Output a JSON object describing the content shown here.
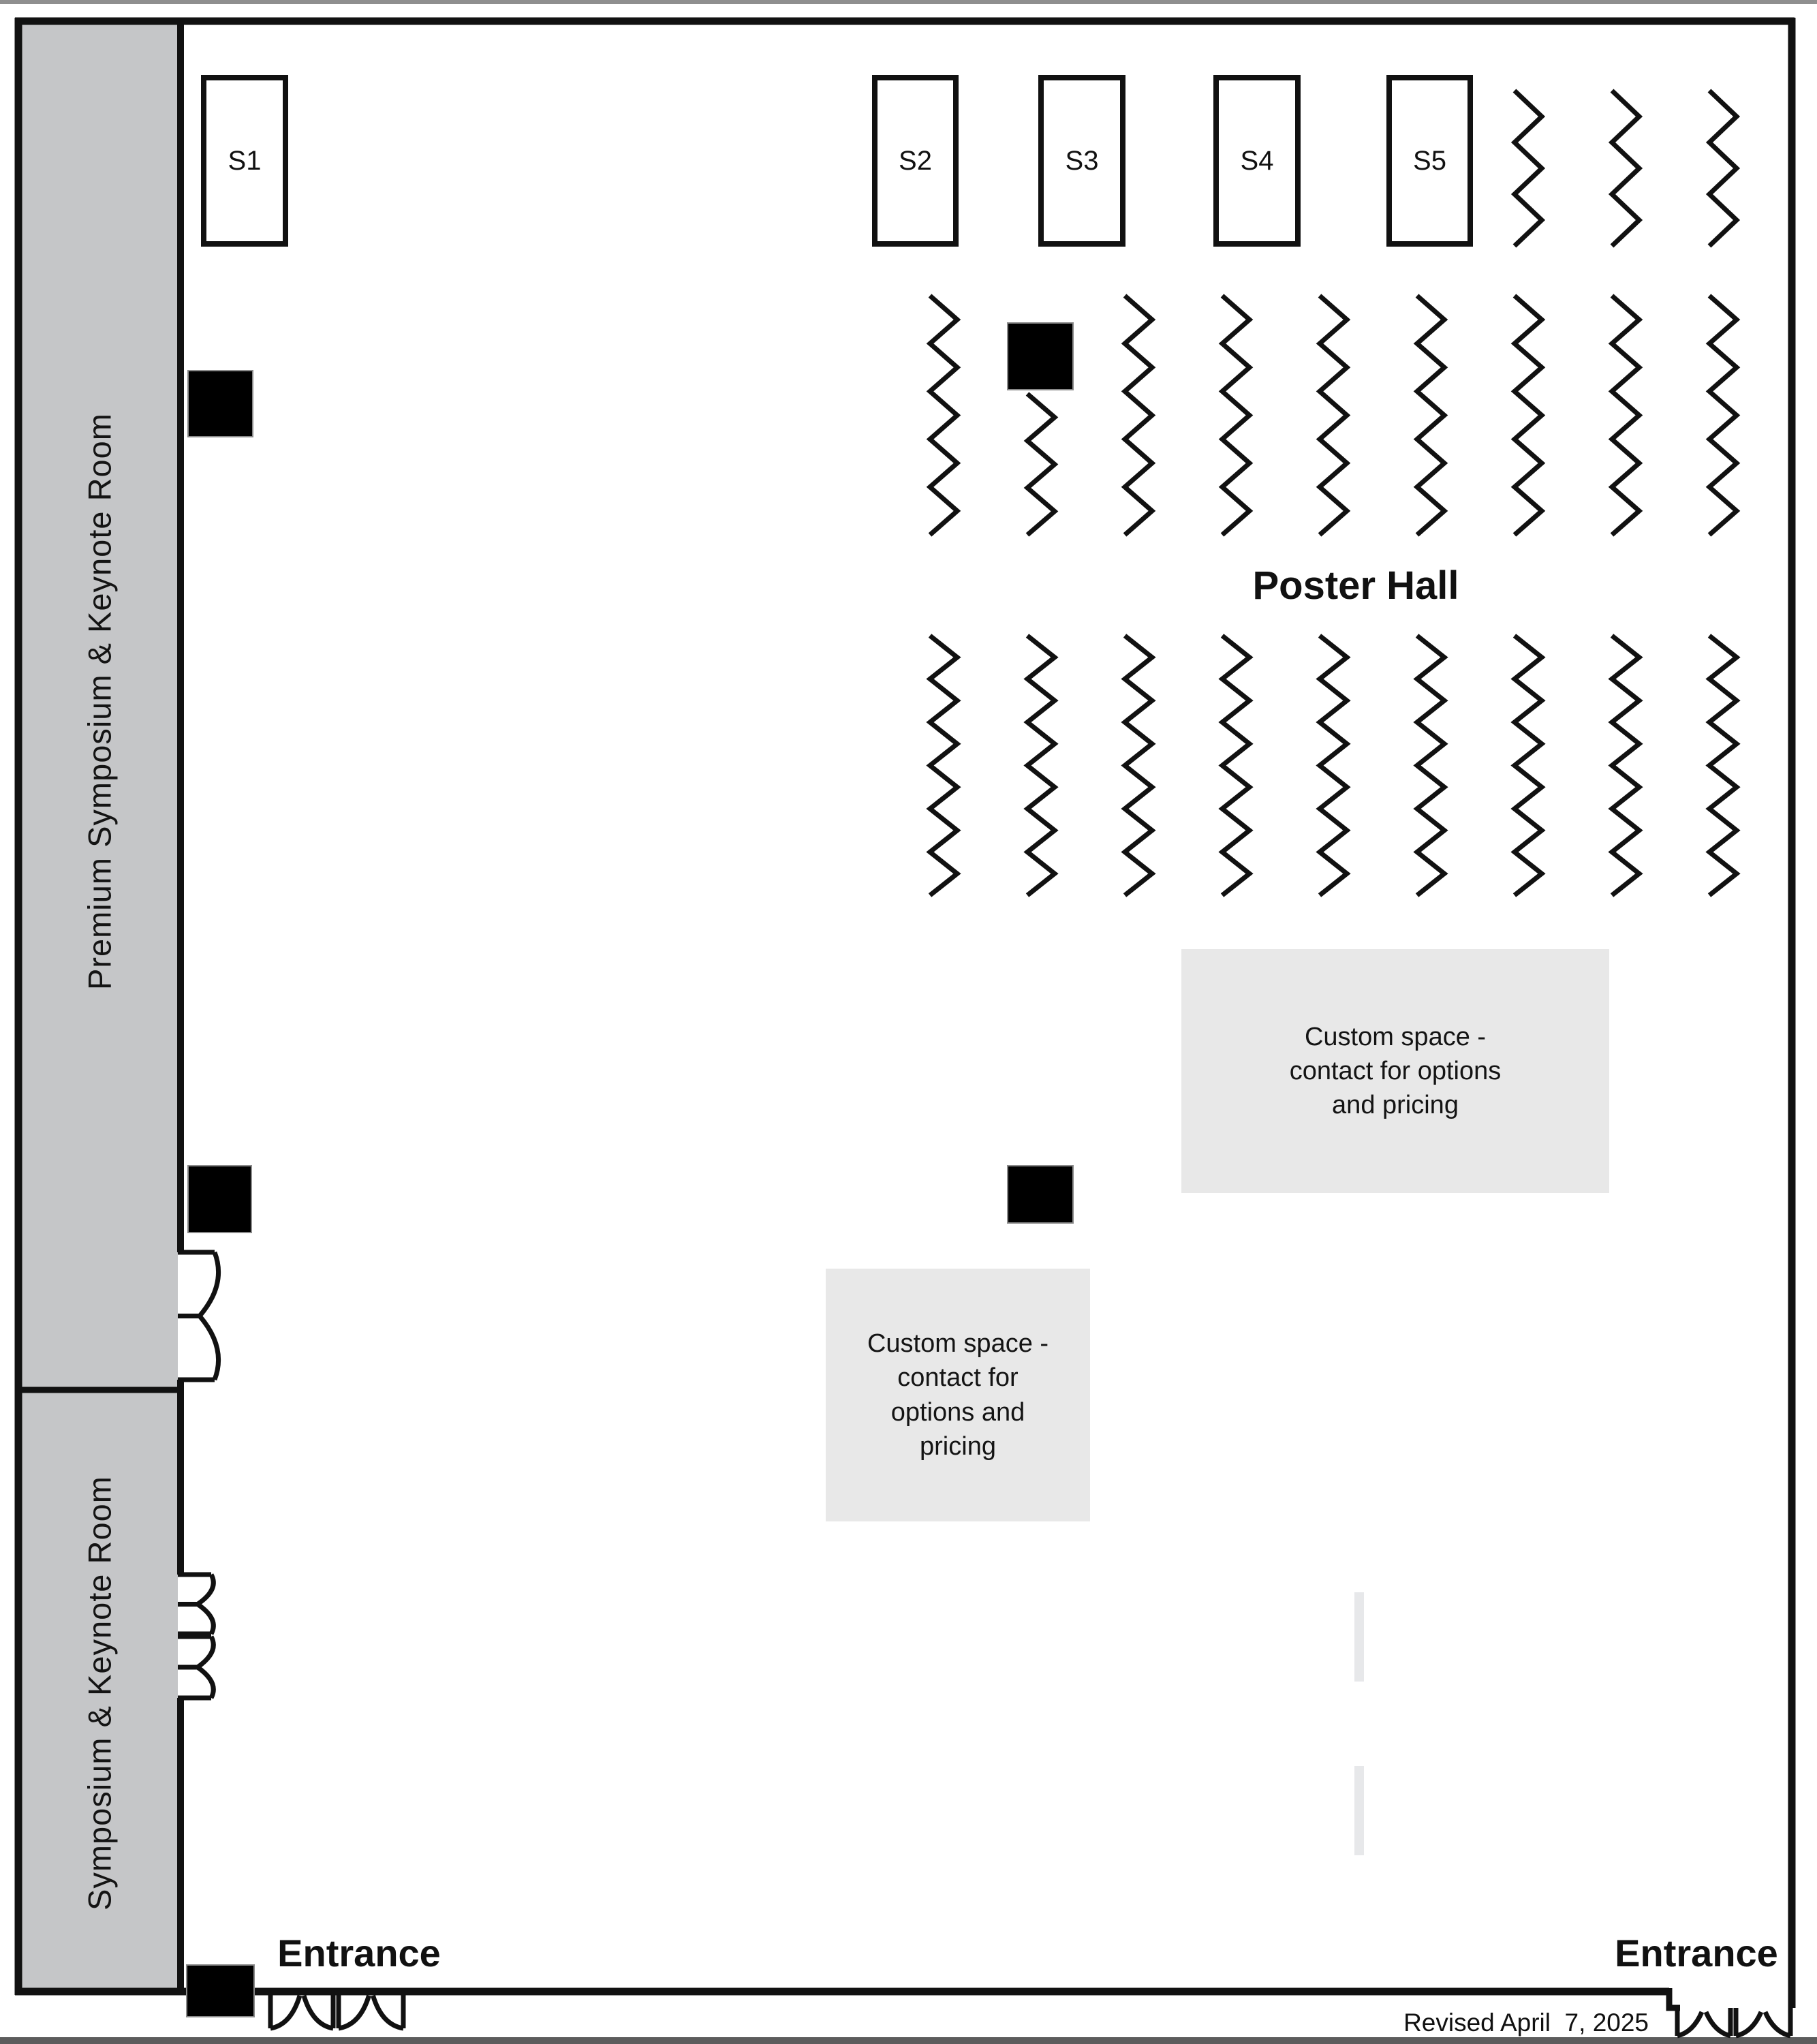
{
  "rooms": [
    {
      "label": "Premium Symposium & Keynote Room"
    },
    {
      "label": "Symposium & Keynote Room"
    }
  ],
  "booths": [
    {
      "label": "S1"
    },
    {
      "label": "S2"
    },
    {
      "label": "S3"
    },
    {
      "label": "S4"
    },
    {
      "label": "S5"
    }
  ],
  "poster_hall": {
    "title": "Poster Hall"
  },
  "custom_spaces": [
    {
      "lines": [
        "Custom space -",
        "contact for options",
        "and pricing"
      ]
    },
    {
      "lines": [
        "Custom space -",
        "contact for",
        "options and",
        "pricing"
      ]
    }
  ],
  "entrances": [
    {
      "label": "Entrance"
    },
    {
      "label": "Entrance"
    }
  ],
  "revision_note": "Revised April  7, 2025",
  "colors": {
    "wall": "#111111",
    "room_band": "#c5c6c8",
    "custom_space_fill": "#e8e8e8",
    "pillar": "#000000",
    "shelf_dash": "#e7e8ea"
  }
}
